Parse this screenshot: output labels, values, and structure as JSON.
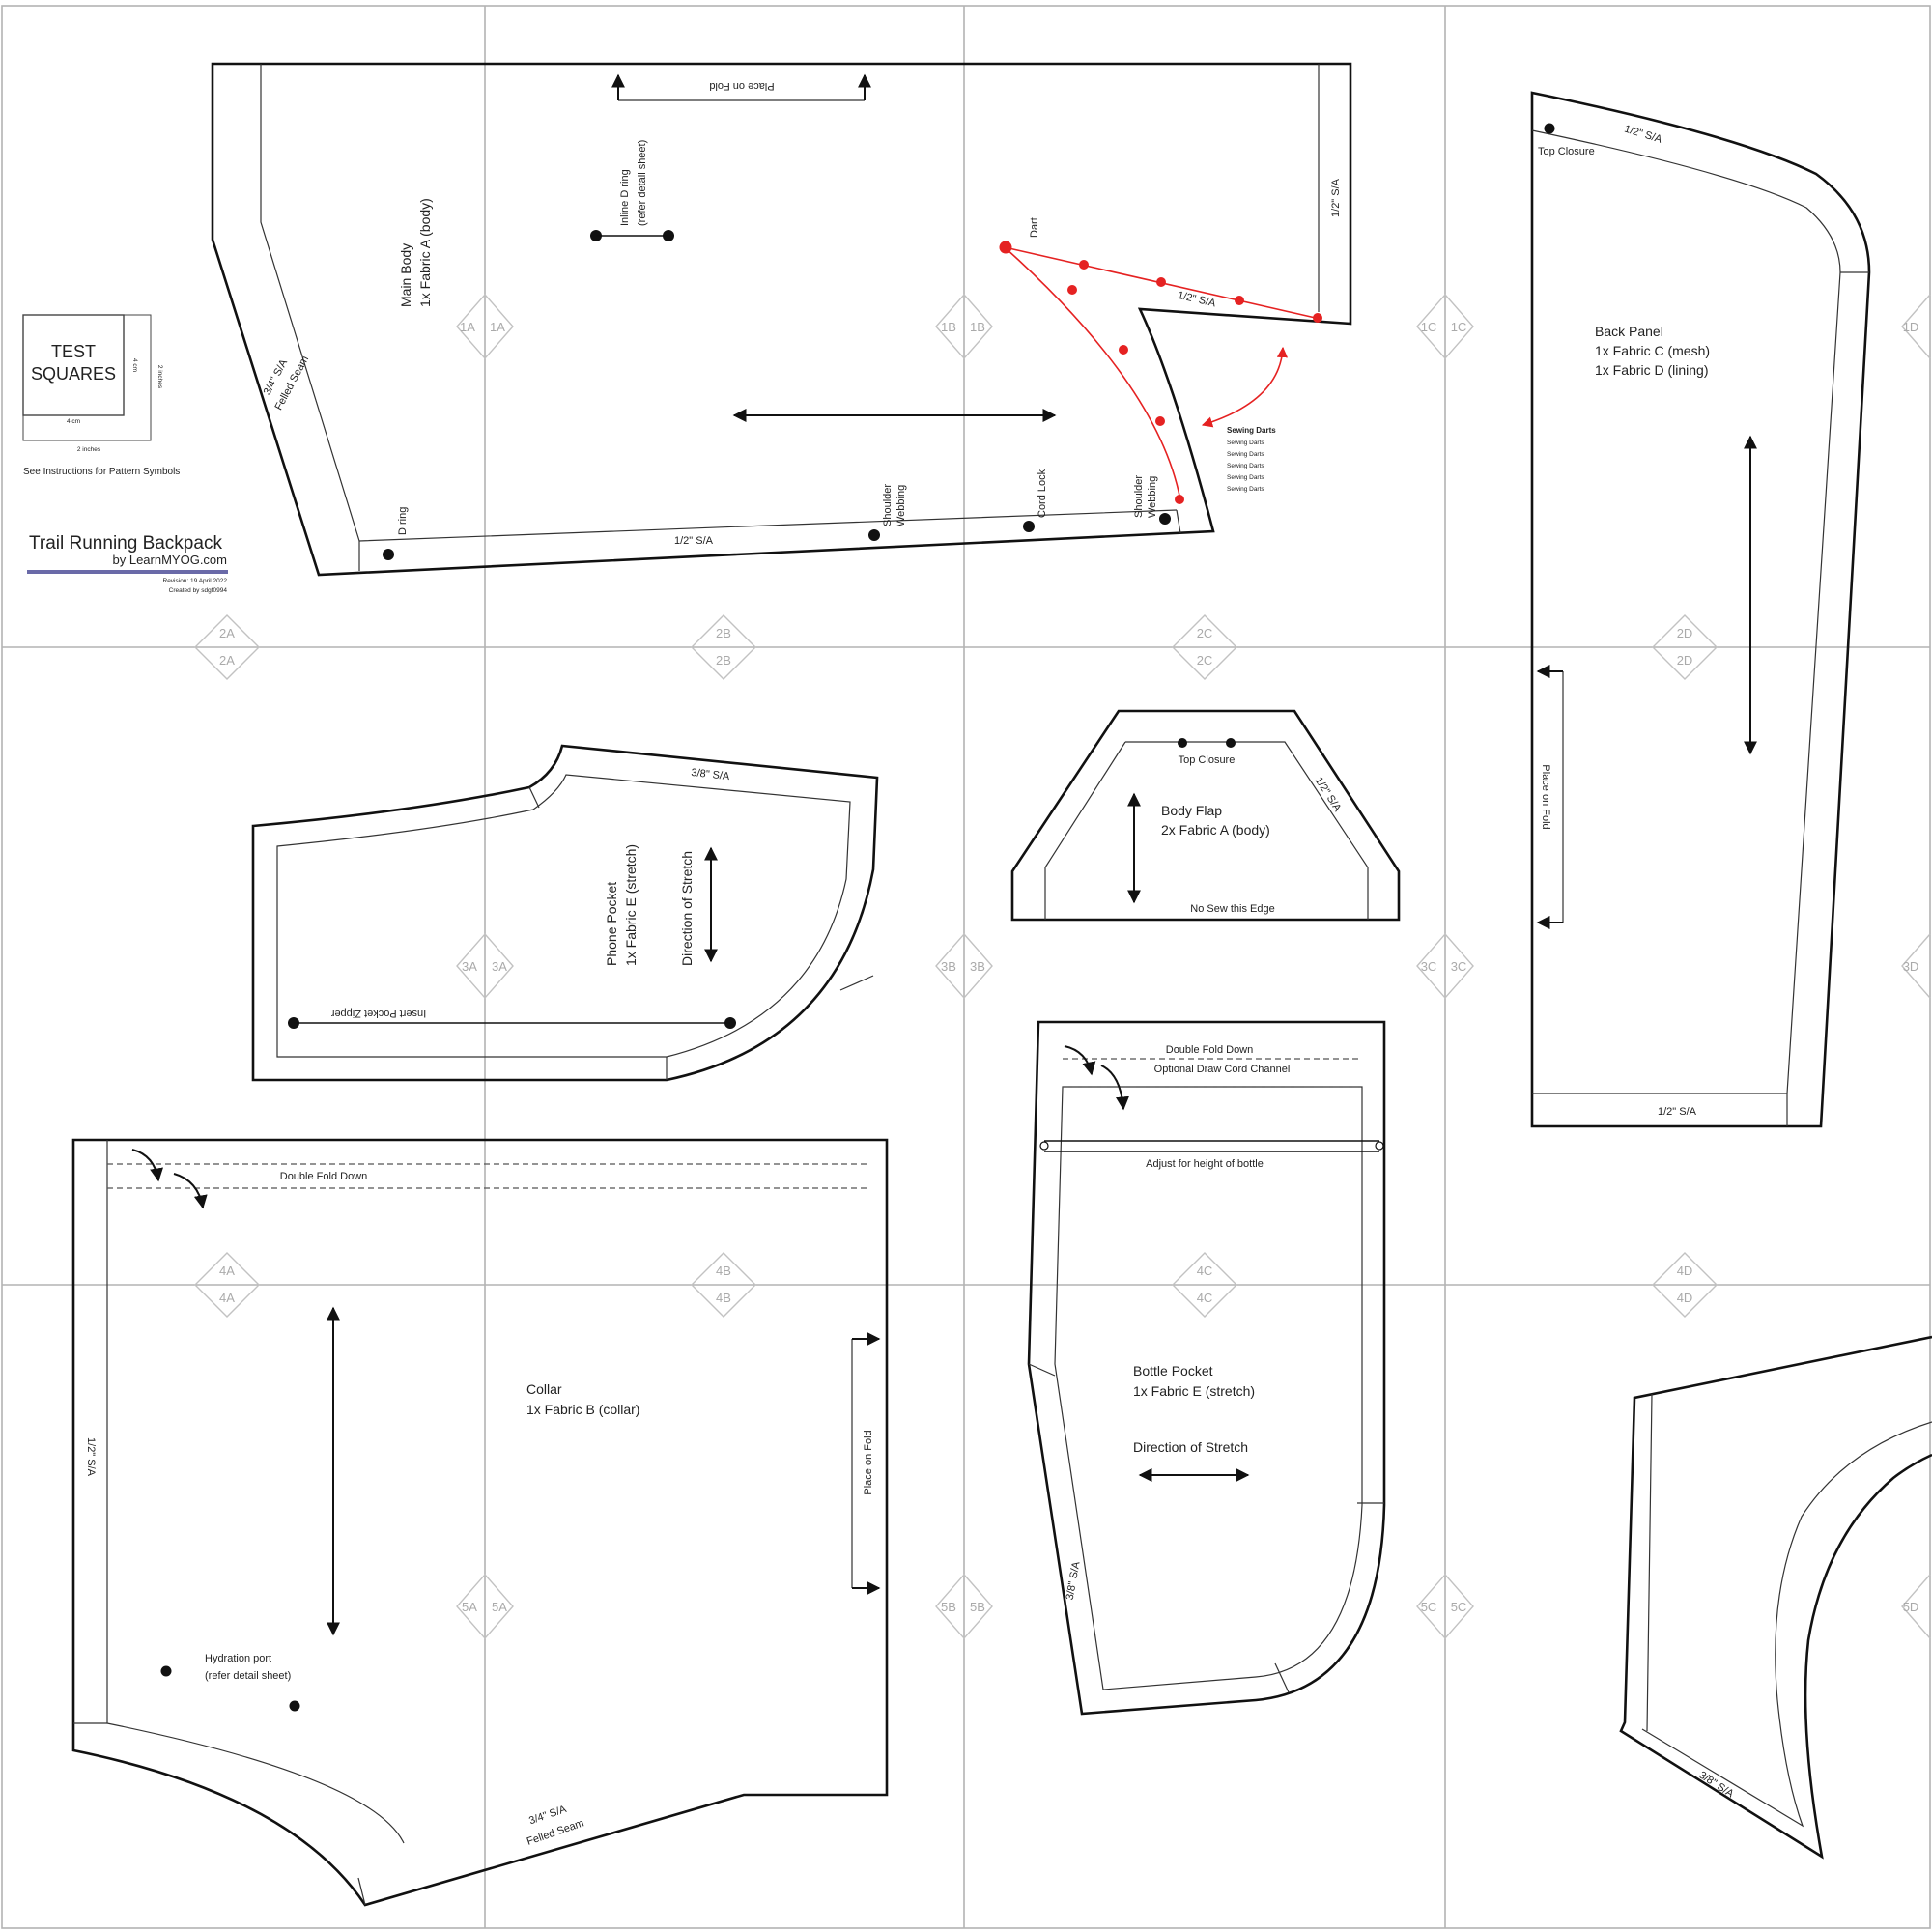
{
  "colors": {
    "accent": "#e52222",
    "title_underline": "#6a6aa8",
    "grid": "#b3b3b3"
  },
  "test_squares": {
    "title_line1": "TEST",
    "title_line2": "SQUARES",
    "cm_bottom": "4 cm",
    "cm_side": "4 cm",
    "inch_bottom": "2 inches",
    "inch_side": "2 inches",
    "note": "See Instructions for Pattern Symbols"
  },
  "title_block": {
    "title": "Trail Running Backpack",
    "byline": "by LearnMYOG.com",
    "revision": "Revision: 19 April 2022",
    "creator": "Created by sdgf0994"
  },
  "page_markers": [
    "1A",
    "1B",
    "1C",
    "1D",
    "2A",
    "2B",
    "2C",
    "2D",
    "3A",
    "3B",
    "3C",
    "3D",
    "4A",
    "4B",
    "4C",
    "4D",
    "5A",
    "5B",
    "5C",
    "5D"
  ],
  "pieces": {
    "main_body": {
      "name": "Main Body",
      "fabric": "1x Fabric A (body)",
      "place_on_fold": "Place on Fold",
      "inline_ring": "Inline D ring",
      "inline_ring_note": "(refer detail sheet)",
      "dart": "Dart",
      "sa_right": "1/2\" S/A",
      "sa_dart": "1/2\" S/A",
      "sa_bottom": "1/2\" S/A",
      "sa_left": "3/4\" S/A",
      "felled_left": "Felled Seam",
      "d_ring": "D ring",
      "shoulder_webbing_1a": "Shoulder",
      "shoulder_webbing_1b": "Webbing",
      "cord_lock": "Cord Lock",
      "shoulder_webbing_2a": "Shoulder",
      "shoulder_webbing_2b": "Webbing",
      "darts_title": "Sewing Darts",
      "darts_lines": [
        "Sewing Darts",
        "Sewing Darts",
        "Sewing Darts",
        "Sewing Darts",
        "Sewing Darts"
      ]
    },
    "back_panel": {
      "name": "Back Panel",
      "fabric1": "1x Fabric C (mesh)",
      "fabric2": "1x Fabric D (lining)",
      "top_closure": "Top Closure",
      "sa_top": "1/2\" S/A",
      "sa_bottom": "1/2\" S/A",
      "place_on_fold": "Place on Fold"
    },
    "phone_pocket": {
      "name": "Phone Pocket",
      "fabric": "1x Fabric E (stretch)",
      "direction": "Direction of Stretch",
      "sa": "3/8\" S/A",
      "zipper": "Insert Pocket Zipper"
    },
    "body_flap": {
      "name": "Body Flap",
      "fabric": "2x Fabric A (body)",
      "top_closure": "Top Closure",
      "sa": "1/2\" S/A",
      "no_sew": "No Sew this Edge"
    },
    "collar": {
      "name": "Collar",
      "fabric": "1x Fabric B (collar)",
      "double_fold": "Double Fold Down",
      "sa_left": "1/2\" S/A",
      "place_on_fold": "Place on Fold",
      "hydration": "Hydration port",
      "hydration_note": "(refer detail sheet)",
      "sa_bottom": "3/4\" S/A",
      "felled": "Felled Seam"
    },
    "bottle_pocket": {
      "name": "Bottle Pocket",
      "fabric": "1x Fabric E (stretch)",
      "double_fold": "Double Fold Down",
      "draw_cord": "Optional Draw Cord Channel",
      "adjust": "Adjust for height of bottle",
      "direction": "Direction of Stretch",
      "sa": "3/8\" S/A"
    },
    "partial_piece": {
      "sa": "3/8\" S/A"
    }
  }
}
